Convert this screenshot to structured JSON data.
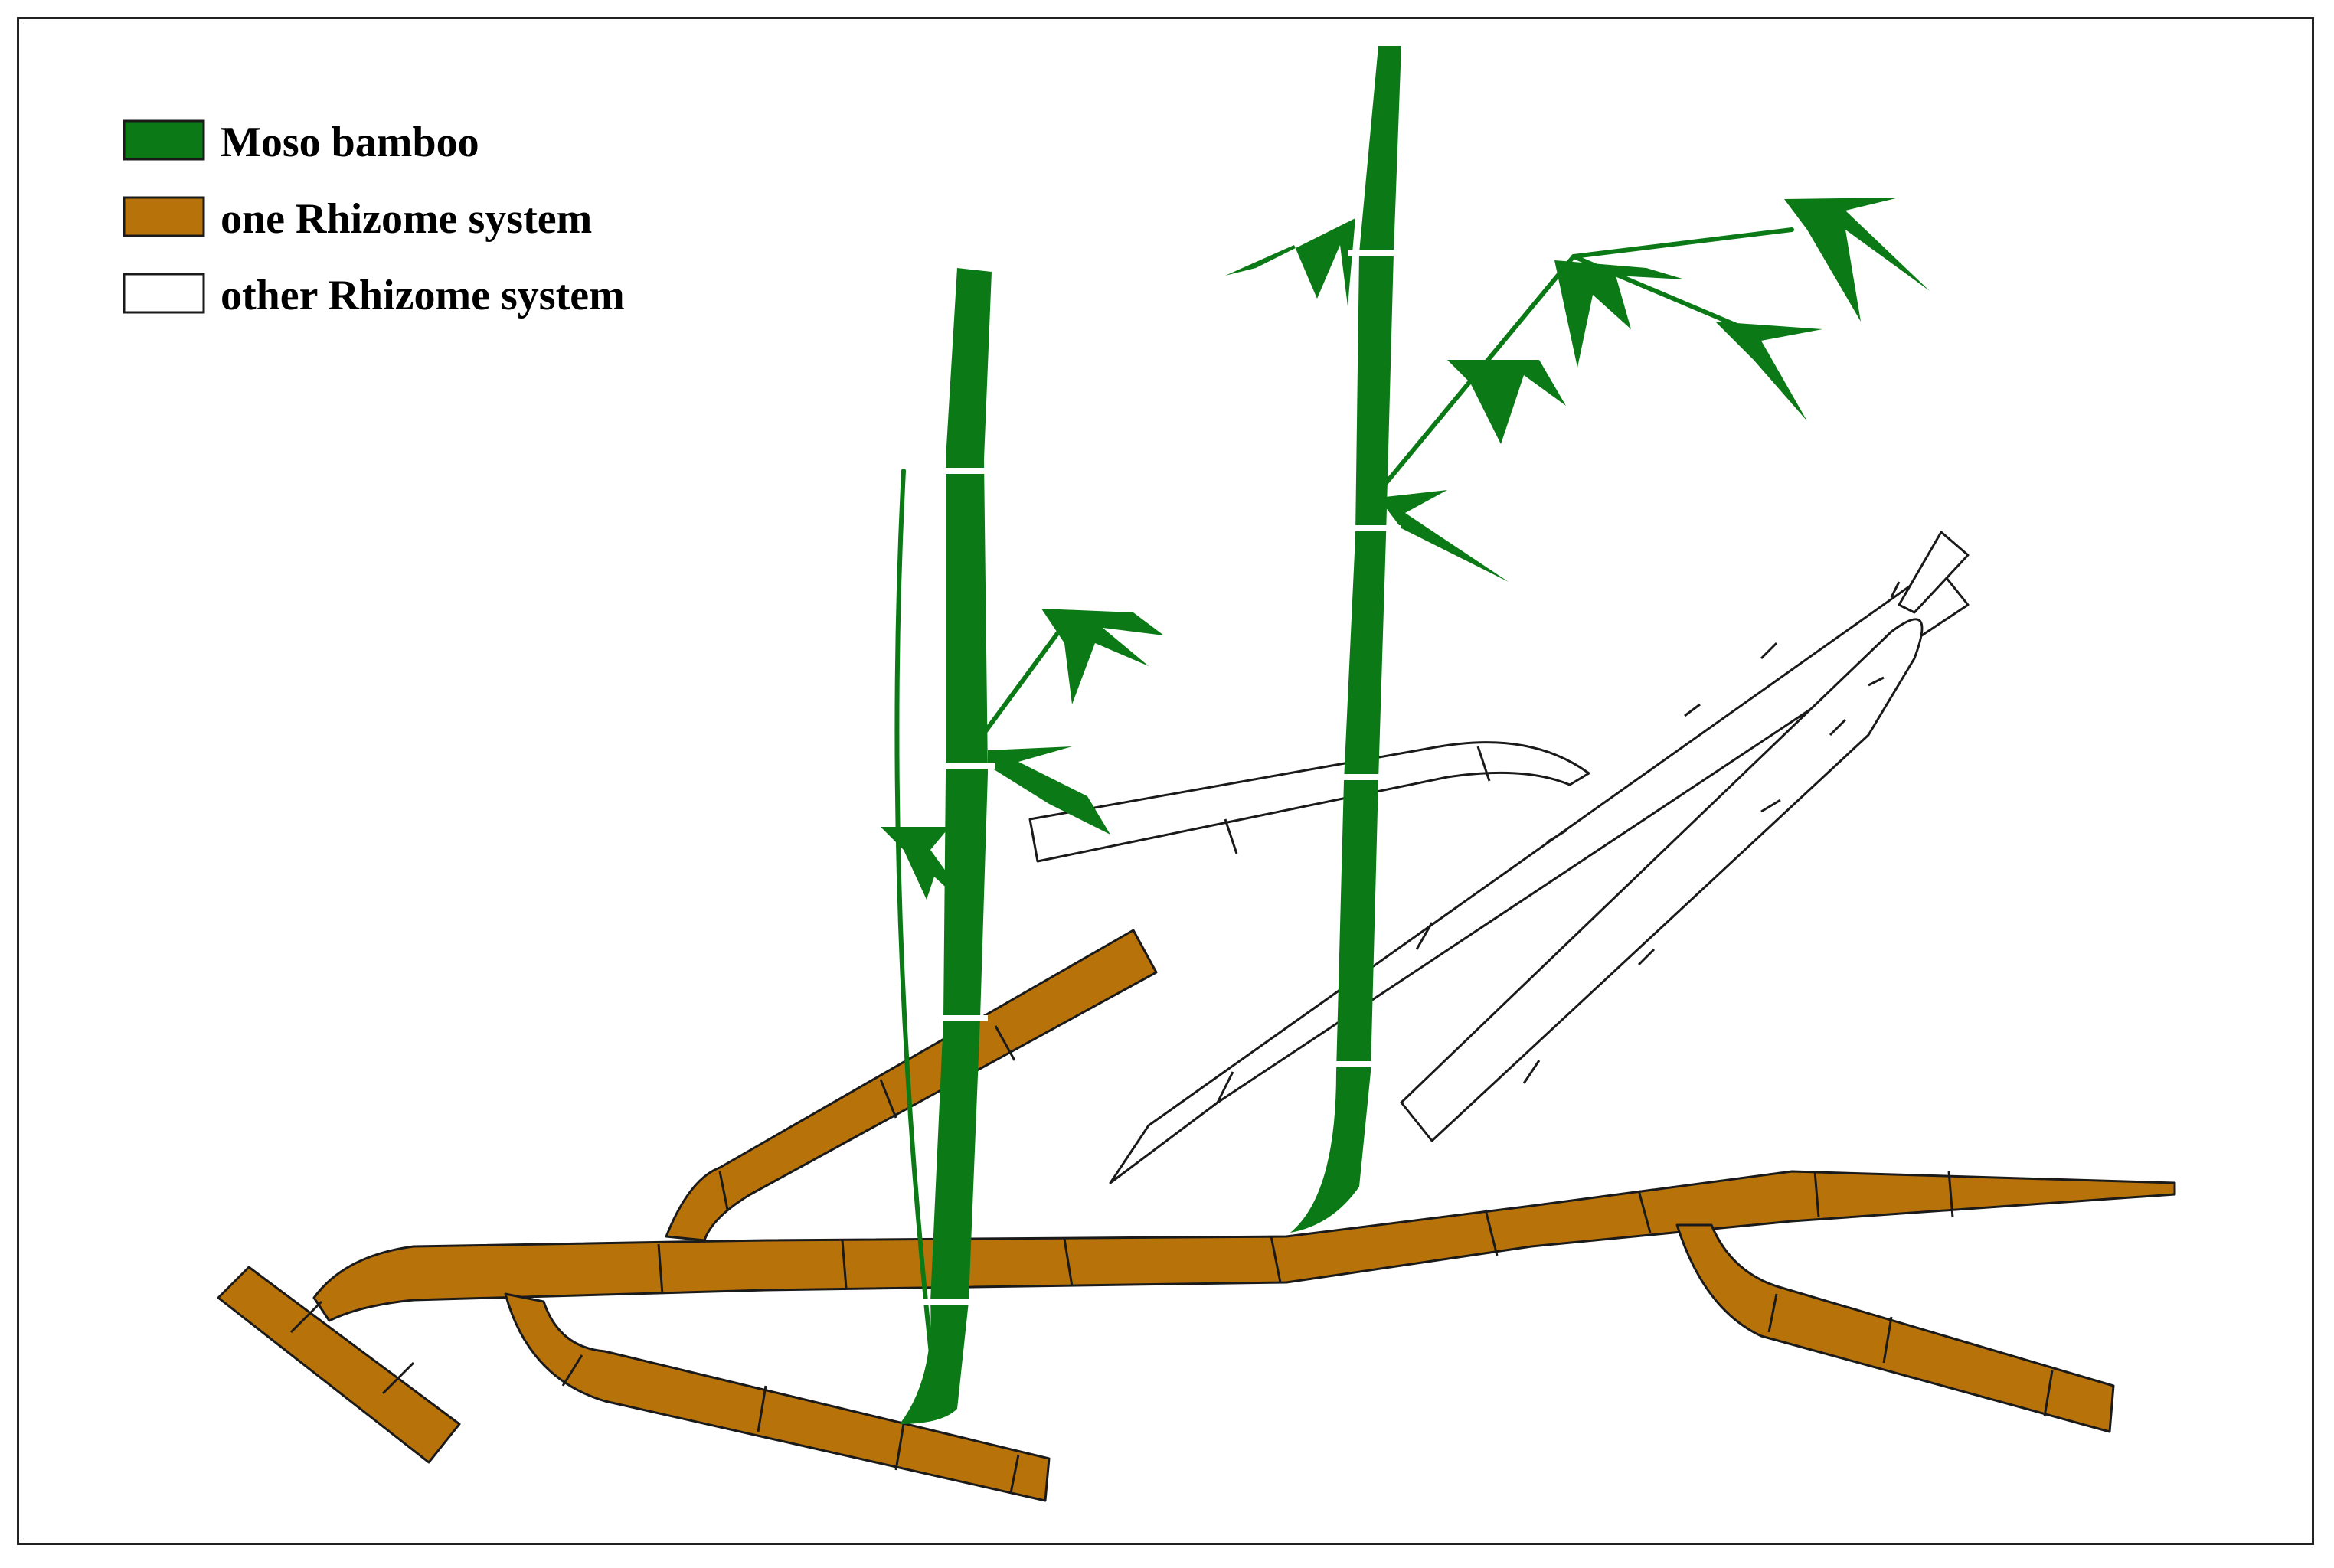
{
  "colors": {
    "moso": "#0b7a16",
    "rhizome": "#b8720a",
    "other": "#ffffff",
    "outline": "#1a1a1a"
  },
  "legend": {
    "items": [
      {
        "label": "Moso bamboo",
        "swatch": "moso"
      },
      {
        "label": "one Rhizome system",
        "swatch": "rhizome"
      },
      {
        "label": "other Rhizome system",
        "swatch": "other"
      }
    ]
  }
}
